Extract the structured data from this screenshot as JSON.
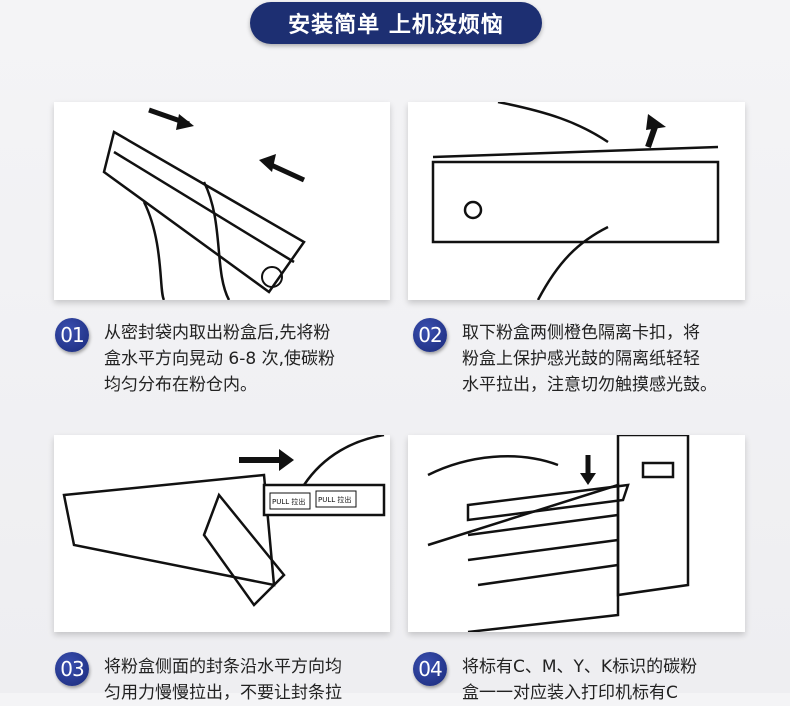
{
  "title": "安装简单 上机没烦恼",
  "steps": [
    {
      "num": "01",
      "lines": [
        "从密封袋内取出粉盒后,先将粉",
        "盒水平方向晃动 6-8 次,使碳粉",
        "均匀分布在粉仓内。"
      ]
    },
    {
      "num": "02",
      "lines": [
        "取下粉盒两侧橙色隔离卡扣，将",
        "粉盒上保护感光鼓的隔离纸轻轻",
        "水平拉出，注意切勿触摸感光鼓。"
      ]
    },
    {
      "num": "03",
      "lines": [
        "将粉盒侧面的封条沿水平方向均",
        "匀用力慢慢拉出，不要让封条拉"
      ]
    },
    {
      "num": "04",
      "lines": [
        "将标有C、M、Y、K标识的碳粉",
        "盒一一对应装入打印机标有C"
      ]
    }
  ],
  "labels": {
    "pull": "PULL 拉出"
  }
}
